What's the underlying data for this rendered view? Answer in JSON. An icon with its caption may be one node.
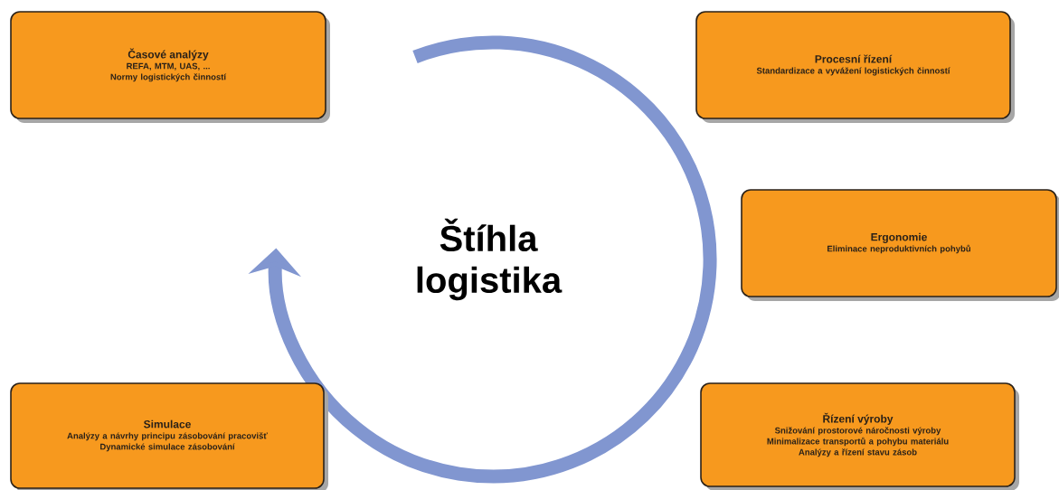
{
  "diagram": {
    "nodes": [
      {
        "text": [
          "Časové analýzy",
          "REFA, MTM, UAS, ...",
          "Normy logistických činností"
        ]
      },
      {
        "text": [
          "Procesní řízení",
          "Standardizace a vyvážení logistických činností"
        ]
      },
      {
        "text": [
          "Ergonomie",
          "Eliminace neproduktivních pohybů"
        ]
      },
      {
        "text": [
          "Simulace",
          "Analýzy a návrhy principu zásobování pracovišť",
          "Dynamické simulace zásobování"
        ]
      },
      {
        "text": [
          "Řízení výroby",
          "Snižování prostorové náročnosti výroby",
          "Minimalizace transportů a pohybu materiálu",
          "Analýzy a řízení stavu zásob"
        ]
      }
    ],
    "labels": [
      "Štíhla logistika"
    ]
  }
}
